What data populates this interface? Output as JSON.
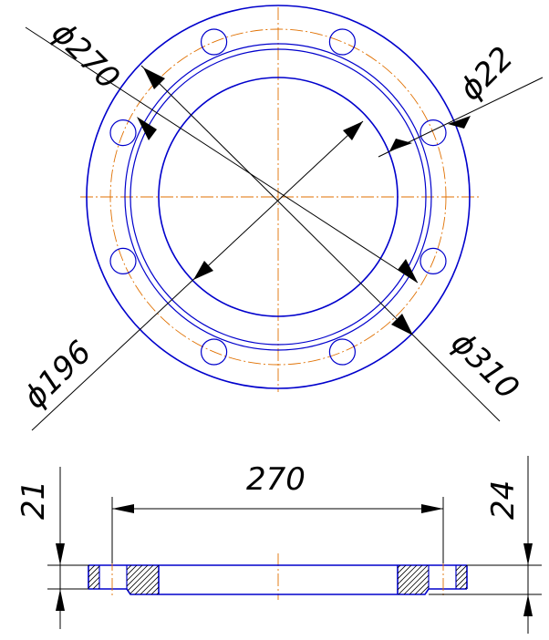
{
  "colors": {
    "outline": "#0000cc",
    "centerline": "#e07000",
    "dimension": "#000000",
    "background": "#ffffff"
  },
  "plan_view": {
    "dims": {
      "d270": "ϕ270",
      "d22": "ϕ22",
      "d310": "ϕ310",
      "d196": "ϕ196"
    },
    "bolt_hole_count": 8
  },
  "section_view": {
    "dims": {
      "width": "270",
      "thickness_left": "21",
      "thickness_right": "24"
    }
  }
}
